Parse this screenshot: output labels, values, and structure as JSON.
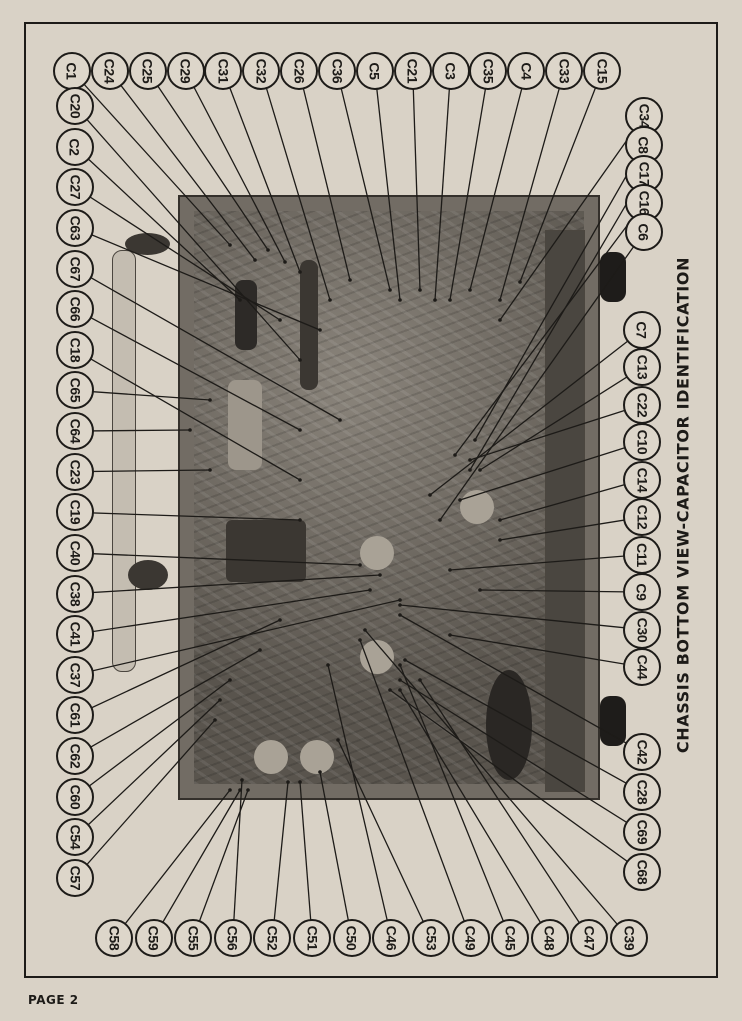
{
  "caption": "CHASSIS BOTTOM VIEW-CAPACITOR IDENTIFICATION",
  "page_label": "PAGE 2",
  "labels": {
    "top": [
      "C1",
      "C24",
      "C25",
      "C29",
      "C31",
      "C32",
      "C26",
      "C36",
      "C5",
      "C21",
      "C3",
      "C35",
      "C4",
      "C33",
      "C15"
    ],
    "right": [
      "C34",
      "C8",
      "C17",
      "C16",
      "C6"
    ],
    "left": [
      "C20",
      "C2",
      "C27",
      "C63",
      "C67",
      "C66",
      "C18",
      "C65",
      "C64",
      "C23",
      "C19",
      "C40",
      "C38",
      "C41",
      "C37",
      "C61",
      "C62",
      "C60",
      "C54",
      "C57"
    ],
    "mid_right": [
      "C7",
      "C13",
      "C22",
      "C10",
      "C14",
      "C12",
      "C11",
      "C9",
      "C30",
      "C44"
    ],
    "lower_right": [
      "C42",
      "C28",
      "C69",
      "C68"
    ],
    "bottom": [
      "C58",
      "C59",
      "C55",
      "C56",
      "C52",
      "C51",
      "C50",
      "C46",
      "C53",
      "C49",
      "C45",
      "C48",
      "C47",
      "C39"
    ]
  }
}
